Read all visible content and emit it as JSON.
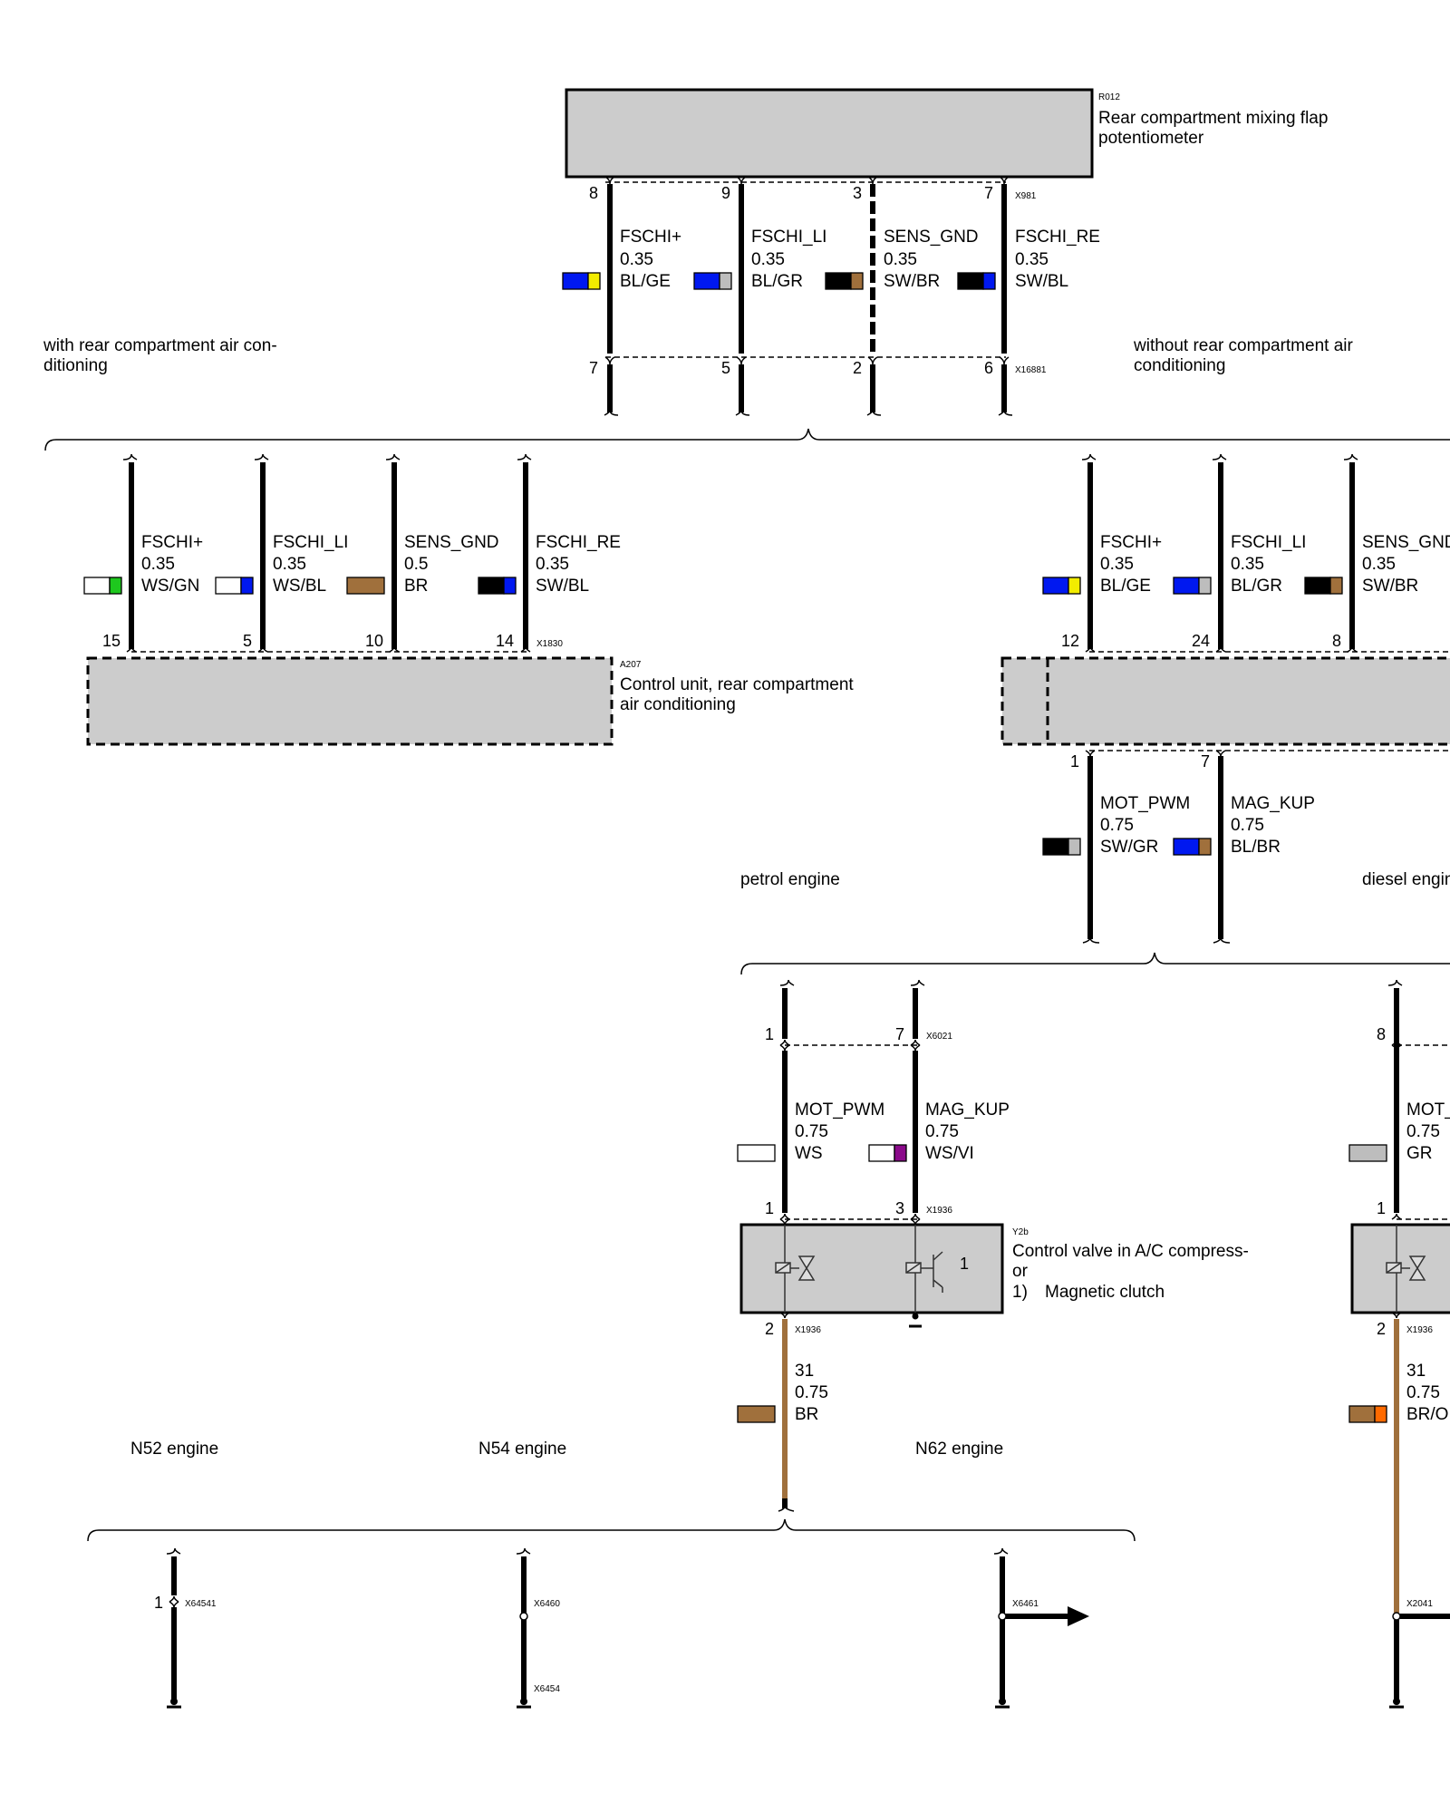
{
  "components": {
    "r012": {
      "id": "R012",
      "name_l1": "Rear compartment mixing flap",
      "name_l2": "potentiometer"
    },
    "a207": {
      "id": "A207",
      "name_l1": "Control unit, rear compartment",
      "name_l2": "air conditioning"
    },
    "y2b": {
      "id": "Y2b",
      "name_l1": "Control valve in A/C compress-",
      "name_l2": "or",
      "note_num": "1)",
      "note_text": "Magnetic clutch",
      "symbol_num": "1"
    }
  },
  "connectors": {
    "x981": "X981",
    "x16881": "X16881",
    "x1830": "X1830",
    "x6021": "X6021",
    "x1936": "X1936",
    "x64541": "X64541",
    "x6460": "X6460",
    "x6454": "X6454",
    "x6461": "X6461",
    "x2041": "X2041"
  },
  "variants": {
    "with_rear_l1": "with rear compartment air con-",
    "with_rear_l2": "ditioning",
    "without_rear_l1": "without rear compartment air",
    "without_rear_l2": "conditioning",
    "petrol": "petrol engine",
    "diesel": "diesel engin",
    "n52": "N52 engine",
    "n54": "N54 engine",
    "n62": "N62 engine"
  },
  "top_wires": [
    {
      "name": "FSCHI+",
      "size": "0.35",
      "color": "BL/GE",
      "c1": "#0018f0",
      "c2": "#f2ec00",
      "pin_top": "8",
      "pin_bottom": "7"
    },
    {
      "name": "FSCHI_LI",
      "size": "0.35",
      "color": "BL/GR",
      "c1": "#0018f0",
      "c2": "#bdbdbd",
      "pin_top": "9",
      "pin_bottom": "5"
    },
    {
      "name": "SENS_GND",
      "size": "0.35",
      "color": "SW/BR",
      "c1": "#000000",
      "c2": "#a0703c",
      "pin_top": "3",
      "pin_bottom": "2"
    },
    {
      "name": "FSCHI_RE",
      "size": "0.35",
      "color": "SW/BL",
      "c1": "#000000",
      "c2": "#0018f0",
      "pin_top": "7",
      "pin_bottom": "6"
    }
  ],
  "left_wires": [
    {
      "name": "FSCHI+",
      "size": "0.35",
      "color": "WS/GN",
      "c1": "#ffffff",
      "c2": "#1ec81e",
      "pin": "15"
    },
    {
      "name": "FSCHI_LI",
      "size": "0.35",
      "color": "WS/BL",
      "c1": "#ffffff",
      "c2": "#0018f0",
      "pin": "5"
    },
    {
      "name": "SENS_GND",
      "size": "0.5",
      "color": "BR",
      "c1": "#a0703c",
      "c2": "#a0703c",
      "pin": "10"
    },
    {
      "name": "FSCHI_RE",
      "size": "0.35",
      "color": "SW/BL",
      "c1": "#000000",
      "c2": "#0018f0",
      "pin": "14"
    }
  ],
  "right_wires": [
    {
      "name": "FSCHI+",
      "size": "0.35",
      "color": "BL/GE",
      "c1": "#0018f0",
      "c2": "#f2ec00",
      "pin": "12"
    },
    {
      "name": "FSCHI_LI",
      "size": "0.35",
      "color": "BL/GR",
      "c1": "#0018f0",
      "c2": "#bdbdbd",
      "pin": "24"
    },
    {
      "name": "SENS_GND",
      "size": "0.35",
      "color": "SW/BR",
      "c1": "#000000",
      "c2": "#a0703c",
      "pin": "8"
    }
  ],
  "right_out_wires": [
    {
      "name": "MOT_PWM",
      "size": "0.75",
      "color": "SW/GR",
      "c1": "#000000",
      "c2": "#bdbdbd",
      "pin": "1"
    },
    {
      "name": "MAG_KUP",
      "size": "0.75",
      "color": "BL/BR",
      "c1": "#0018f0",
      "c2": "#a0703c",
      "pin": "7"
    }
  ],
  "petrol_wires": [
    {
      "name": "MOT_PWM",
      "size": "0.75",
      "color": "WS",
      "c1": "#ffffff",
      "c2": "#ffffff",
      "pin_top": "1",
      "pin_bottom": "1"
    },
    {
      "name": "MAG_KUP",
      "size": "0.75",
      "color": "WS/VI",
      "c1": "#ffffff",
      "c2": "#8b0a8b",
      "pin_top": "7",
      "pin_bottom": "3"
    }
  ],
  "petrol_ground": {
    "name": "31",
    "size": "0.75",
    "color": "BR",
    "c1": "#a0703c",
    "c2": "#a0703c",
    "pin": "2"
  },
  "diesel_wire": {
    "name": "MOT_",
    "size": "0.75",
    "color": "GR",
    "c1": "#bdbdbd",
    "c2": "#bdbdbd",
    "pin_top": "8",
    "pin_bottom": "1"
  },
  "diesel_ground": {
    "name": "31",
    "size": "0.75",
    "color": "BR/OI",
    "c1": "#a0703c",
    "c2": "#ff6a00",
    "pin": "2"
  },
  "ground_pin_n52": "1"
}
